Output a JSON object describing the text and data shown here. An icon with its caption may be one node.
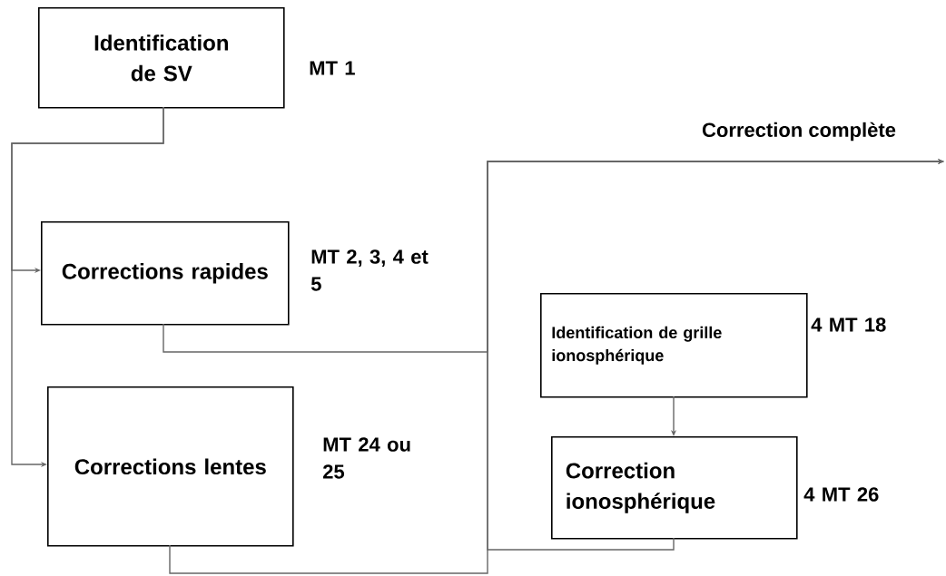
{
  "diagram": {
    "nodes": [
      {
        "text": [
          "Identification de SV"
        ],
        "beside": [
          "MT 1"
        ]
      },
      {
        "text": [
          "Corrections rapides"
        ],
        "beside": [
          "MT 2, 3, 4 et 5"
        ]
      },
      {
        "text": [
          "Corrections lentes"
        ],
        "beside": [
          "MT 24 ou 25"
        ]
      },
      {
        "text": [
          "Identification de grille ionosphérique"
        ],
        "beside": [
          "4 MT 18"
        ]
      },
      {
        "text": [
          "Correction ionosphérique"
        ],
        "beside": [
          "4 MT 26"
        ]
      },
      {
        "text": [
          "Correction complète"
        ]
      }
    ],
    "edges": [
      {
        "from": 0,
        "to": 1,
        "arrow": "to"
      },
      {
        "from": 0,
        "to": 2,
        "arrow": "to"
      },
      {
        "from": 3,
        "to": 4,
        "arrow": "to"
      },
      {
        "from": 1,
        "to": 5,
        "arrow": "to"
      },
      {
        "from": 2,
        "to": 5,
        "arrow": "to"
      },
      {
        "from": 4,
        "to": 5,
        "arrow": "to"
      }
    ]
  }
}
